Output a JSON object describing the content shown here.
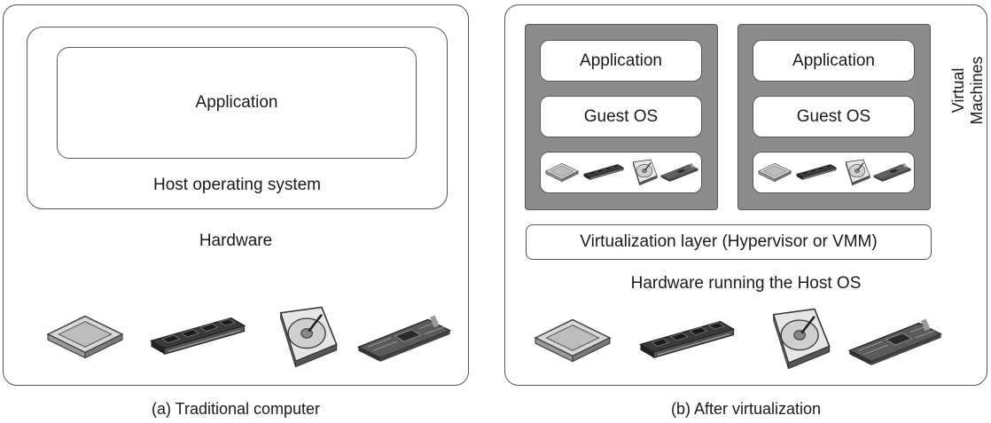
{
  "traditional": {
    "application": "Application",
    "host_os": "Host operating system",
    "hardware": "Hardware",
    "caption": "(a) Traditional computer"
  },
  "virtualized": {
    "vm_left": {
      "application": "Application",
      "guest_os": "Guest OS"
    },
    "vm_right": {
      "application": "Application",
      "guest_os": "Guest OS"
    },
    "virtual_machines_line1": "Virtual",
    "virtual_machines_line2": "Machines",
    "virtualization_layer": "Virtualization layer (Hypervisor or VMM)",
    "hardware": "Hardware running the Host OS",
    "caption": "(b) After virtualization"
  },
  "hardware_icons": [
    "cpu-icon",
    "memory-module-icon",
    "hard-disk-icon",
    "expansion-card-icon"
  ],
  "colors": {
    "border": "#555555",
    "vm_fill": "#8c8c8c",
    "background": "#ffffff"
  }
}
